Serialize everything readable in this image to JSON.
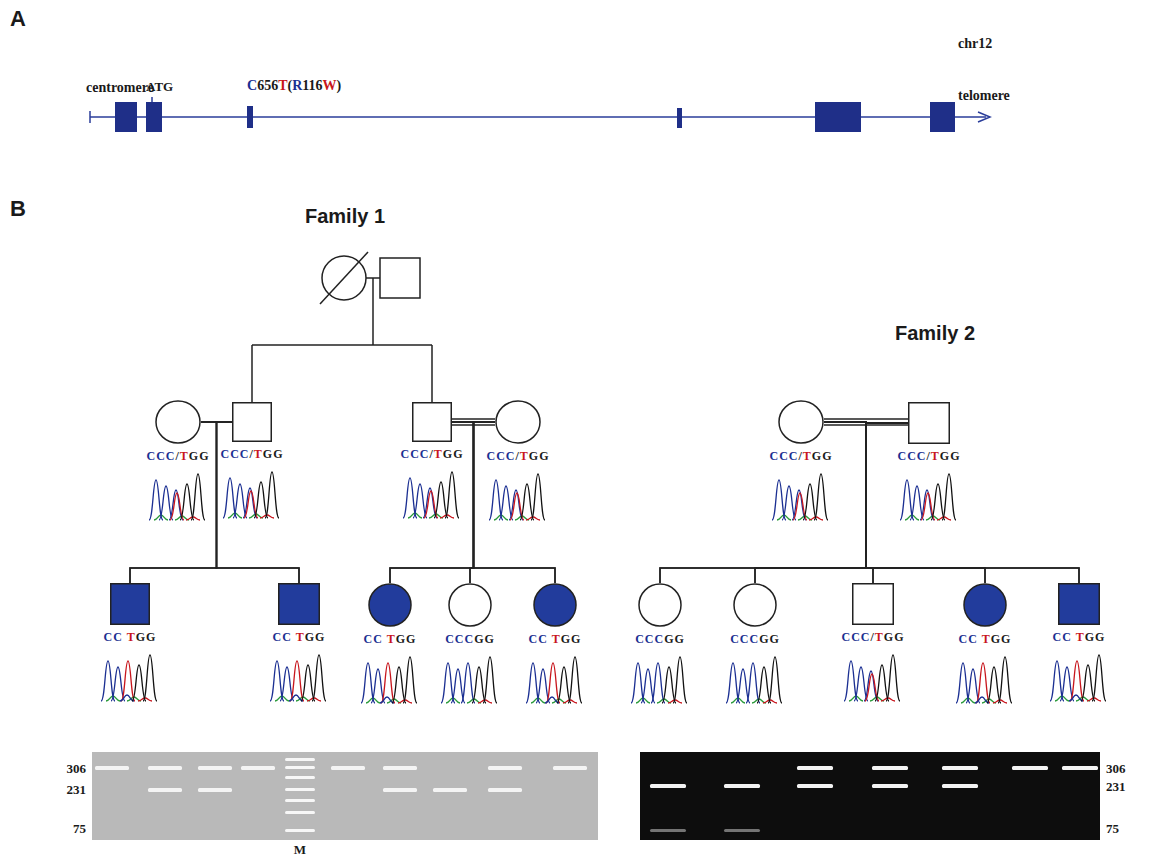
{
  "diagram": {
    "nodes": [
      {
        "text": [
          "CCC/TGG"
        ]
      },
      {
        "text": [
          "CCC/TGG"
        ]
      },
      {
        "text": [
          "CCC/TGG"
        ]
      },
      {
        "text": [
          "CCC/TGG"
        ]
      },
      {
        "text": [
          "CC TGG"
        ]
      },
      {
        "text": [
          "CC TGG"
        ]
      },
      {
        "text": [
          "CC TGG"
        ]
      },
      {
        "text": [
          "CCCGG"
        ]
      },
      {
        "text": [
          "CC TGG"
        ]
      },
      {
        "text": [
          "CCC/TGG"
        ]
      },
      {
        "text": [
          "CCC/TGG"
        ]
      },
      {
        "text": [
          "CCCGG"
        ]
      },
      {
        "text": [
          "CCCGG"
        ]
      },
      {
        "text": [
          "CCC/TGG"
        ]
      },
      {
        "text": [
          "CC TGG"
        ]
      },
      {
        "text": [
          "CC TGG"
        ]
      }
    ],
    "edges": [
      {
        "from": 0,
        "to": 1,
        "arrow": "none"
      },
      {
        "from": 2,
        "to": 3,
        "arrow": "none"
      },
      {
        "from": 9,
        "to": 10,
        "arrow": "none"
      },
      {
        "from": 0,
        "to": 4,
        "arrow": "none"
      },
      {
        "from": 0,
        "to": 5,
        "arrow": "none"
      },
      {
        "from": 1,
        "to": 4,
        "arrow": "none"
      },
      {
        "from": 1,
        "to": 5,
        "arrow": "none"
      },
      {
        "from": 2,
        "to": 6,
        "arrow": "none"
      },
      {
        "from": 2,
        "to": 7,
        "arrow": "none"
      },
      {
        "from": 2,
        "to": 8,
        "arrow": "none"
      },
      {
        "from": 3,
        "to": 6,
        "arrow": "none"
      },
      {
        "from": 3,
        "to": 7,
        "arrow": "none"
      },
      {
        "from": 3,
        "to": 8,
        "arrow": "none"
      },
      {
        "from": 9,
        "to": 11,
        "arrow": "none"
      },
      {
        "from": 9,
        "to": 12,
        "arrow": "none"
      },
      {
        "from": 9,
        "to": 13,
        "arrow": "none"
      },
      {
        "from": 9,
        "to": 14,
        "arrow": "none"
      },
      {
        "from": 9,
        "to": 15,
        "arrow": "none"
      },
      {
        "from": 10,
        "to": 11,
        "arrow": "none"
      },
      {
        "from": 10,
        "to": 12,
        "arrow": "none"
      },
      {
        "from": 10,
        "to": 13,
        "arrow": "none"
      },
      {
        "from": 10,
        "to": 14,
        "arrow": "none"
      },
      {
        "from": 10,
        "to": 15,
        "arrow": "none"
      }
    ],
    "labels": [
      "A",
      "chr12",
      "centromere",
      "ATG",
      "C656T(R116W)",
      "telomere",
      "B",
      "Family 1",
      "Family 2",
      "306",
      "231",
      "75",
      "M",
      "306",
      "231",
      "75"
    ]
  }
}
